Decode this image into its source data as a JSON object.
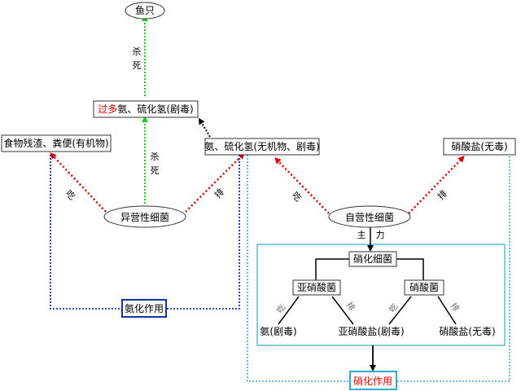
{
  "nodes": {
    "fish": "鱼只",
    "excess_prefix": "过多",
    "excess_rest": "氨、硫化氢(剧毒)",
    "food": "食物残渣、粪便(有机物)",
    "ammonia": "氨、硫化氢(无机物、剧毒)",
    "nitrate_top": "硝酸盐(无毒)",
    "hetero": "异营性细菌",
    "auto": "自营性细菌",
    "nitrifying": "硝化细菌",
    "nitrite_bact": "亚硝酸菌",
    "nitrate_bact": "硝酸菌",
    "leaf_ammonia": "氨(剧毒)",
    "leaf_nitrite": "亚硝酸盐(剧毒)",
    "leaf_nitrate": "硝酸盐(无毒)",
    "ammonification": "氨化作用",
    "nitrification": "硝化作用"
  },
  "labels": {
    "kill": "杀",
    "die": "死",
    "eat": "吃",
    "excrete": "排",
    "main": "主",
    "force": "力"
  },
  "colors": {
    "green": "#22cc22",
    "red": "#dd0000",
    "blue": "#1133aa",
    "cyan": "#33aacc",
    "black": "#000000"
  }
}
